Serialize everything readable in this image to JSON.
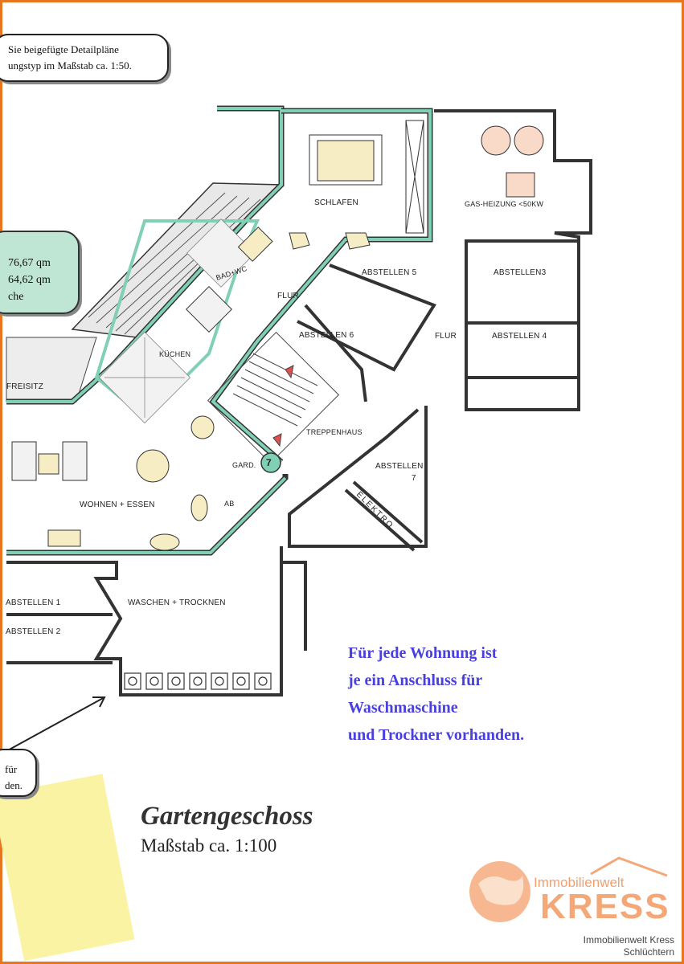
{
  "top_note": {
    "line1": "Sie beigefügte Detailpläne",
    "line2": "ungstyp  im Maßstab ca. 1:50."
  },
  "area_note": {
    "line1": "76,67 qm",
    "line2": "64,62 qm",
    "line3": "che"
  },
  "rooms": {
    "schlafen": "SCHLAFEN",
    "gas_heizung": "GAS-HEIZUNG <50KW",
    "bad_wc": "BAD+WC",
    "flur_left": "FLUR",
    "abstellen_5": "ABSTELLEN 5",
    "abstellen_3": "ABSTELLEN3",
    "abstellen_6": "ABSTELLEN 6",
    "flur_right": "FLUR",
    "abstellen_4": "ABSTELLEN 4",
    "kuechen": "KÜCHEN",
    "freisitz": "FREISITZ",
    "treppenhaus": "TREPPENHAUS",
    "gard": "GARD.",
    "abstellen_7_label": "ABSTELLEN",
    "abstellen_7_num": "7",
    "wohnen_essen": "WOHNEN + ESSEN",
    "ab": "AB",
    "elektro": "ELEKTRO",
    "abstellen_1": "ABSTELLEN 1",
    "abstellen_2": "ABSTELLEN 2",
    "waschen_trocknen": "WASCHEN + TROCKNEN",
    "unit_number": "7"
  },
  "washer_note": {
    "line1": "Für jede Wohnung ist",
    "line2": "je ein Anschluss für",
    "line3": "Waschmaschine",
    "line4": "und Trockner vorhanden."
  },
  "bottom_note": {
    "line1": "für",
    "line2": "den."
  },
  "title": {
    "main": "Gartengeschoss",
    "scale": "Maßstab ca. 1:100"
  },
  "brand": {
    "small": "Immobilienwelt",
    "big": "KRESS",
    "footer_line1": "Immobilienwelt Kress",
    "footer_line2": "Schlüchtern"
  },
  "colors": {
    "frame": "#e8761e",
    "wall_accent": "#7fd0b5",
    "blue_text": "#4a3fe0",
    "sticky_note": "#fbf3a4",
    "brand": "#f4a878"
  }
}
